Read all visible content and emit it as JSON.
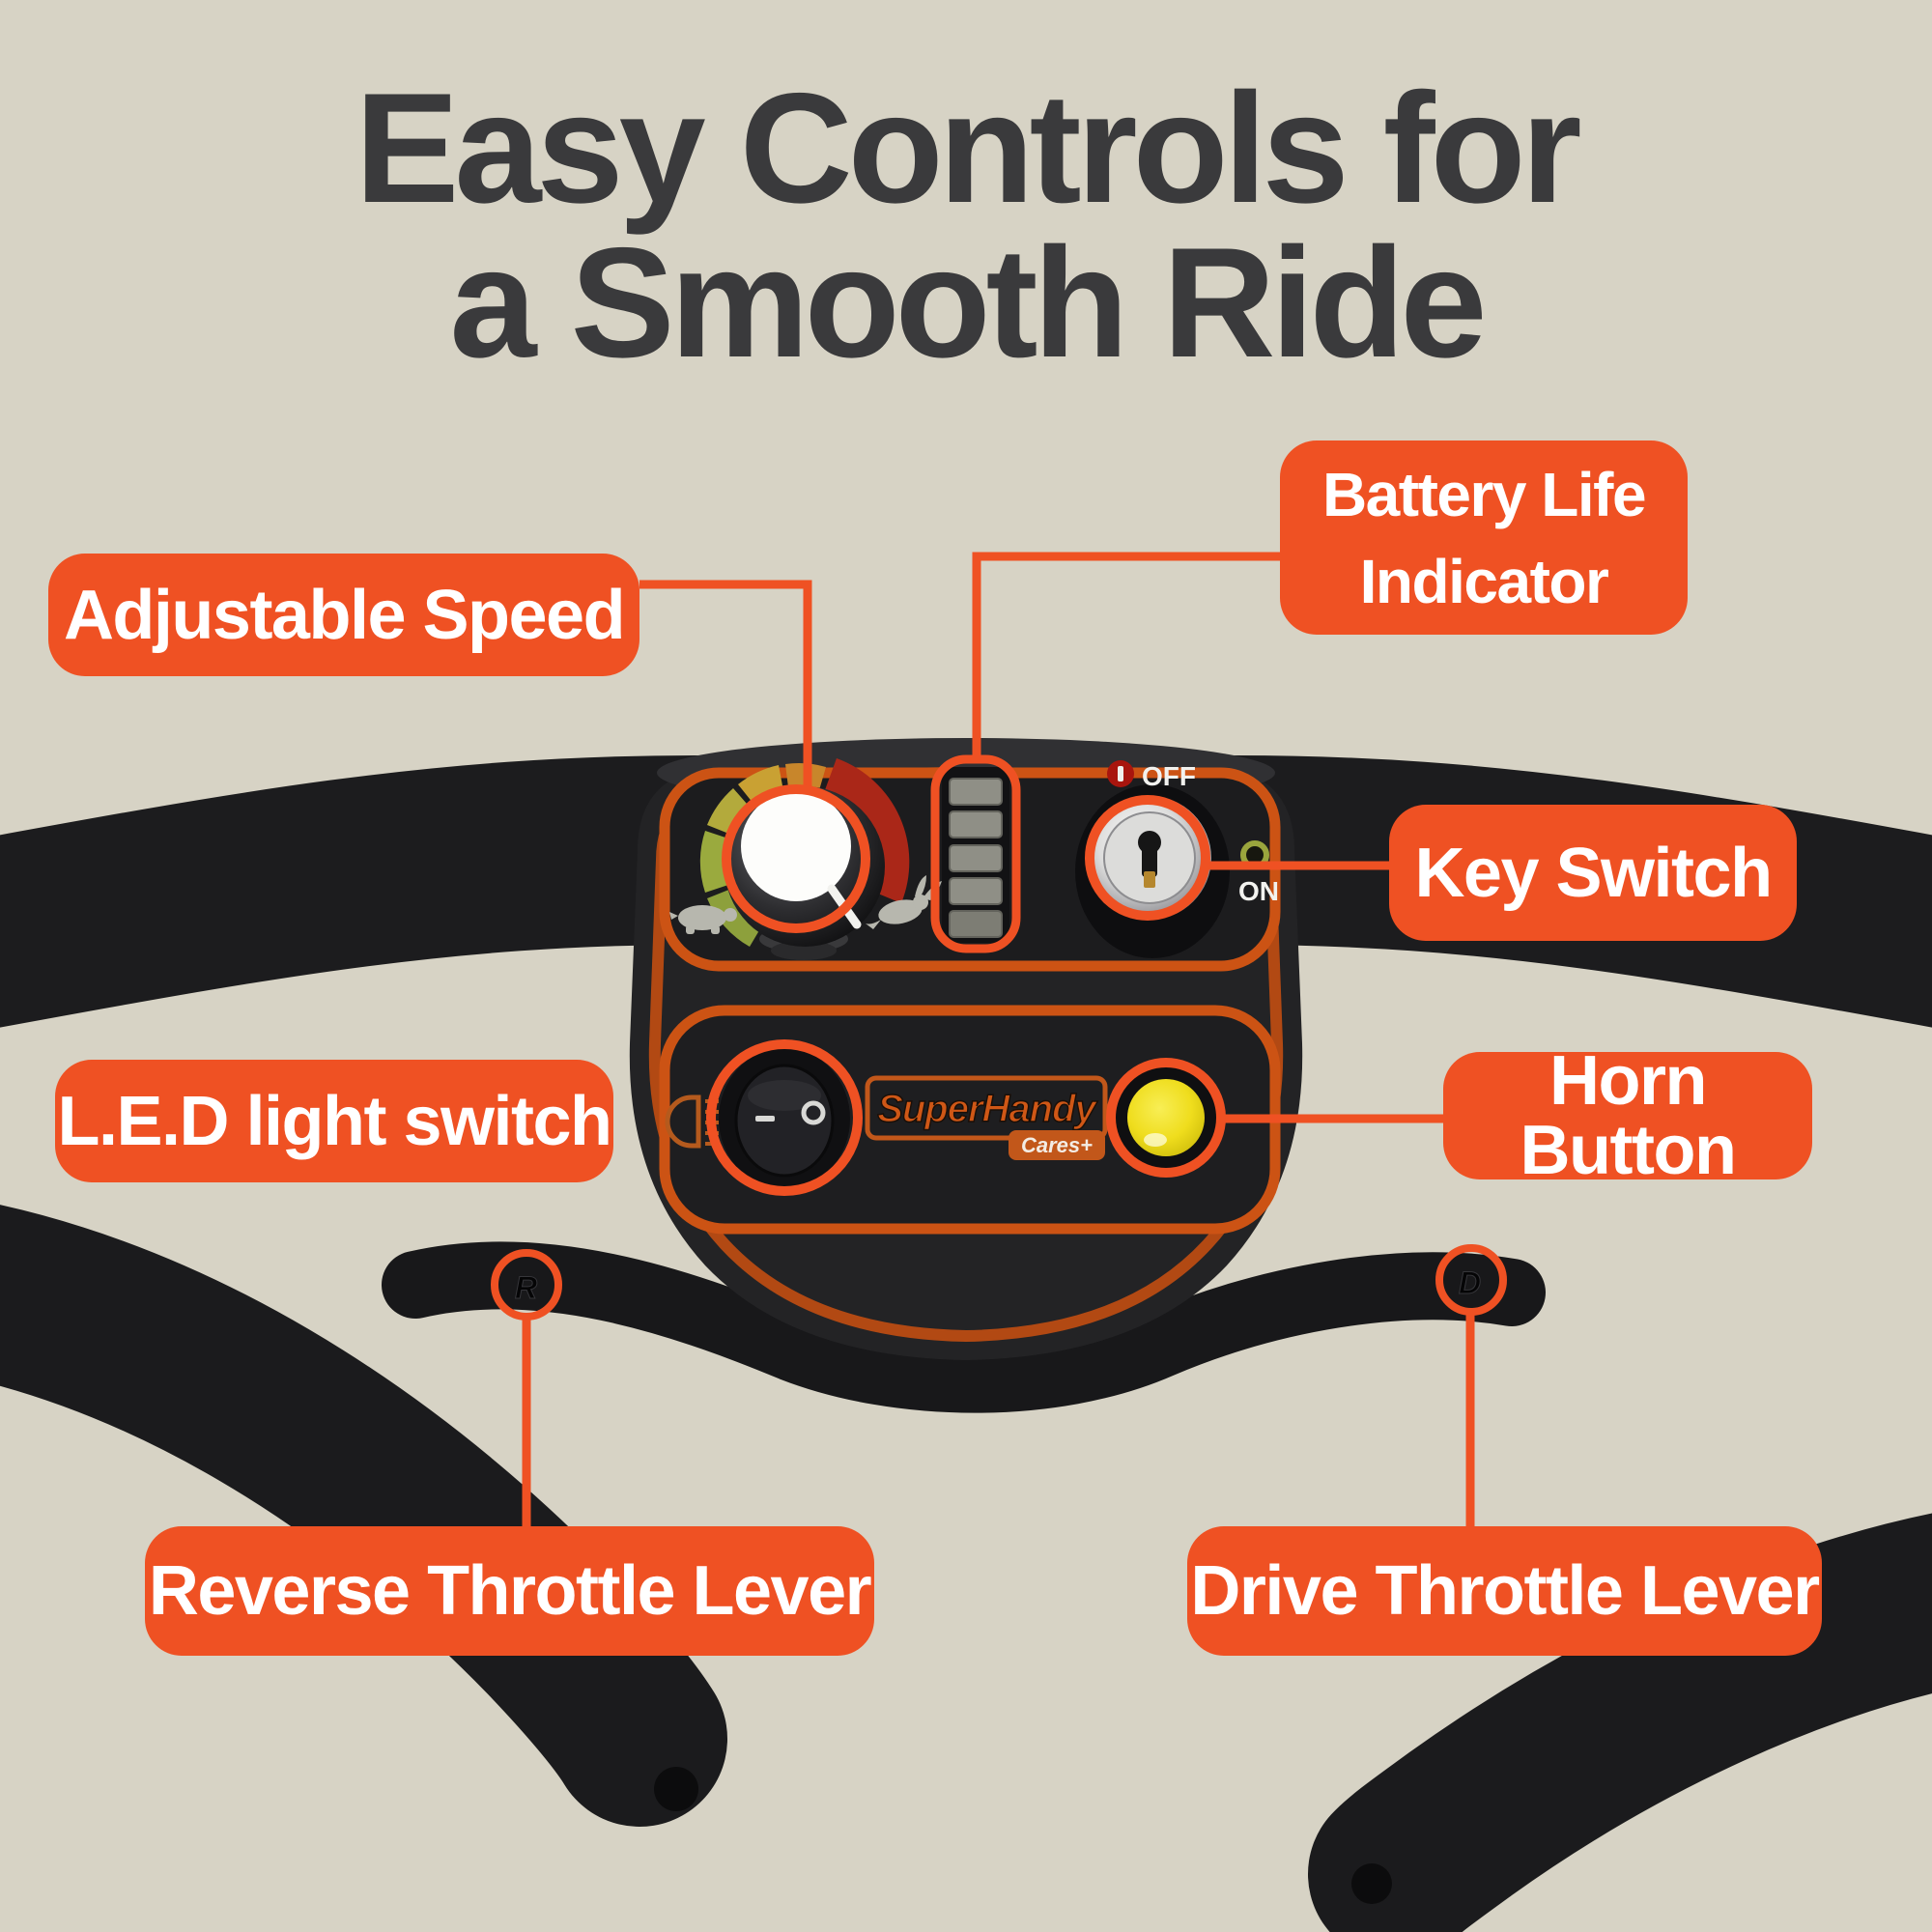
{
  "title": {
    "line1": "Easy Controls for",
    "line2": "a Smooth Ride"
  },
  "callouts": {
    "adjustable_speed": {
      "label": "Adjustable Speed"
    },
    "battery": {
      "label_line1": "Battery Life",
      "label_line2": "Indicator"
    },
    "key_switch": {
      "label": "Key Switch"
    },
    "led_switch": {
      "label": "L.E.D light switch"
    },
    "horn": {
      "label": "Horn Button"
    },
    "reverse_lever": {
      "label": "Reverse Throttle Lever"
    },
    "drive_lever": {
      "label": "Drive Throttle Lever"
    }
  },
  "panel": {
    "key": {
      "off": "OFF",
      "on": "ON"
    },
    "brand": {
      "name": "SuperHandy",
      "tagline": "Cares+"
    },
    "battery_segments": 5,
    "lever_left_mark": "R",
    "lever_right_mark": "D"
  },
  "icons": [
    "turtle-slow-icon",
    "rabbit-fast-icon",
    "headlight-icon",
    "key-icon"
  ],
  "colors": {
    "background": "#d7d3c5",
    "accent_orange": "#ef5123",
    "panel_trim_orange": "#cc5314",
    "title_text": "#3a3a3c",
    "label_text": "#ffffff",
    "horn_yellow": "#efdd1d",
    "device_black": "#232325"
  }
}
